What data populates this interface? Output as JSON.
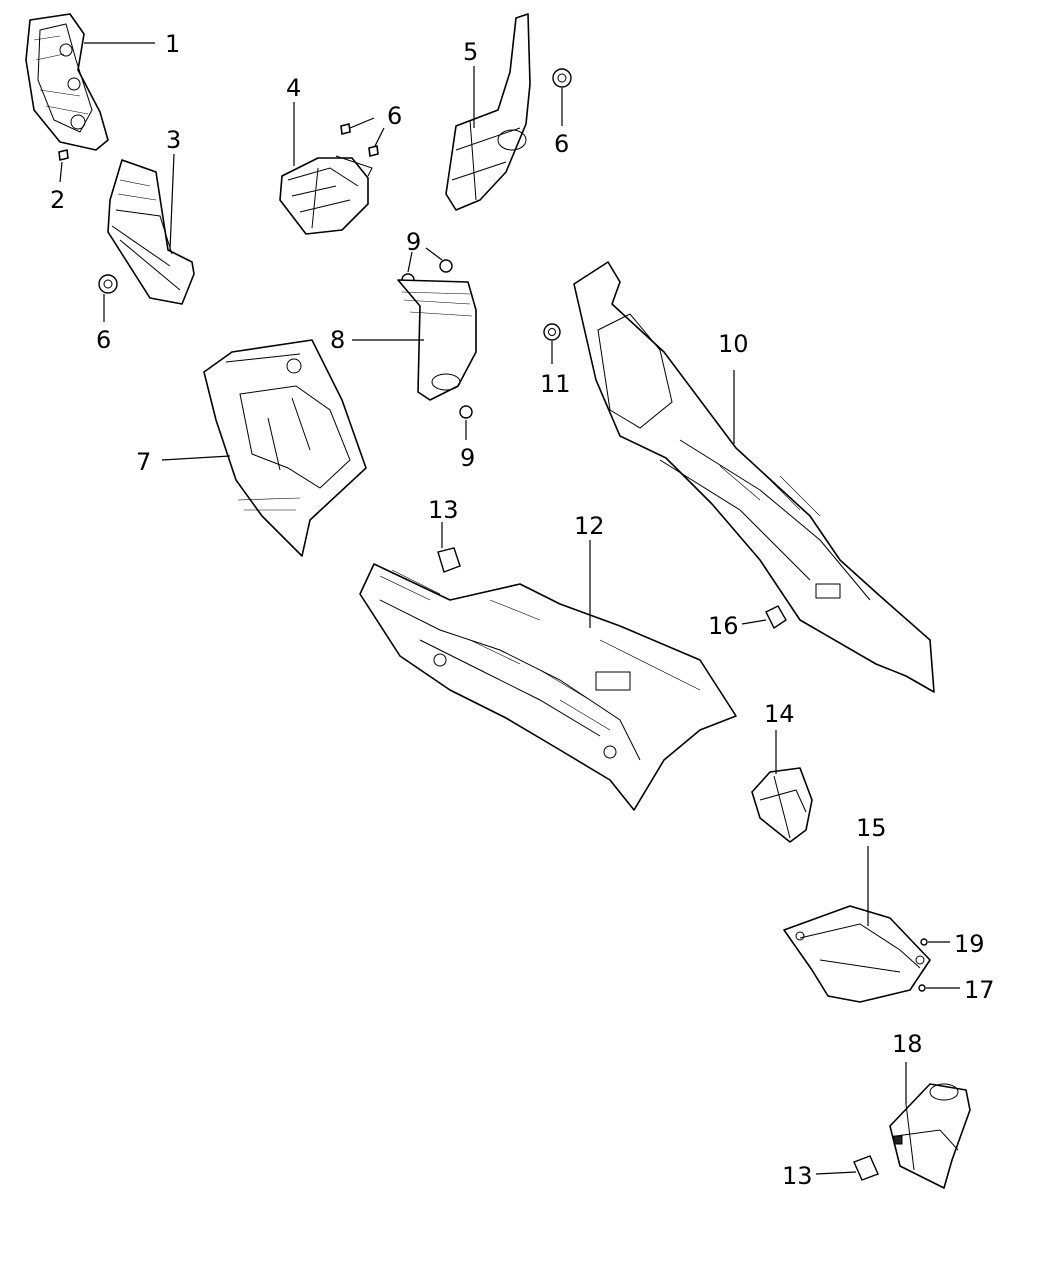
{
  "callouts": {
    "c1": "1",
    "c2": "2",
    "c3": "3",
    "c4": "4",
    "c5": "5",
    "c6a": "6",
    "c6b": "6",
    "c6c": "6",
    "c7": "7",
    "c8": "8",
    "c9a": "9",
    "c9b": "9",
    "c10": "10",
    "c11": "11",
    "c12": "12",
    "c13a": "13",
    "c13b": "13",
    "c14": "14",
    "c15": "15",
    "c16": "16",
    "c17": "17",
    "c18": "18",
    "c19": "19"
  },
  "colors": {
    "line": "#000000",
    "background": "#ffffff"
  }
}
